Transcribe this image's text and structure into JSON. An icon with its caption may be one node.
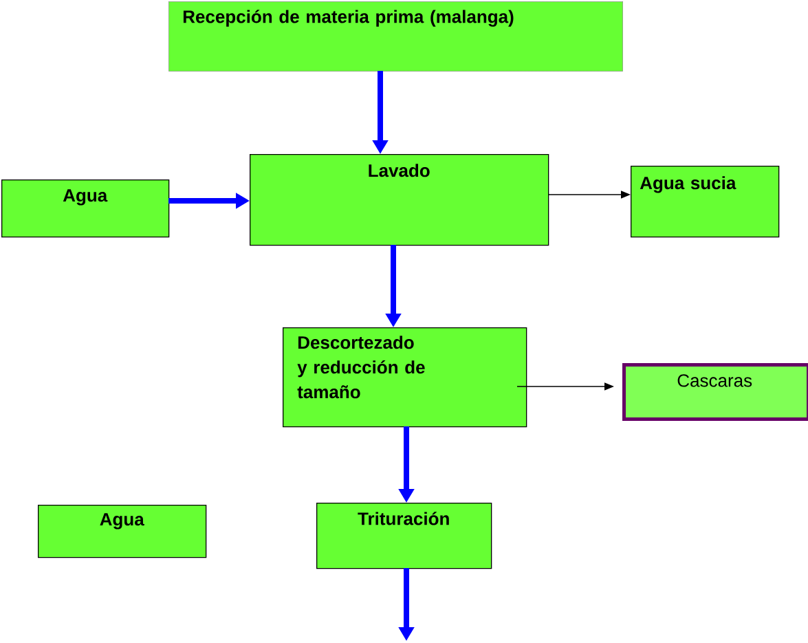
{
  "diagram": {
    "nodes": [
      {
        "text": [
          "Recepción de materia prima (malanga)"
        ]
      },
      {
        "text": [
          "Lavado"
        ]
      },
      {
        "text": [
          "Agua"
        ]
      },
      {
        "text": [
          "Agua sucia"
        ]
      },
      {
        "text": [
          "Descortezado y reducción de tamaño"
        ]
      },
      {
        "text": [
          "Cascaras"
        ]
      },
      {
        "text": [
          "Agua"
        ]
      },
      {
        "text": [
          "Trituración"
        ]
      }
    ],
    "edges": [
      {
        "from": 0,
        "to": 1,
        "arrow": "to"
      },
      {
        "from": 2,
        "to": 1,
        "arrow": "to"
      },
      {
        "from": 1,
        "to": 3,
        "arrow": "to",
        "color": "#000000"
      },
      {
        "from": 1,
        "to": 4,
        "arrow": "to"
      },
      {
        "from": 4,
        "to": 5,
        "arrow": "to",
        "color": "#000000"
      },
      {
        "from": 4,
        "to": 7,
        "arrow": "to"
      },
      {
        "from": 7,
        "to": null,
        "arrow": "to"
      }
    ]
  }
}
